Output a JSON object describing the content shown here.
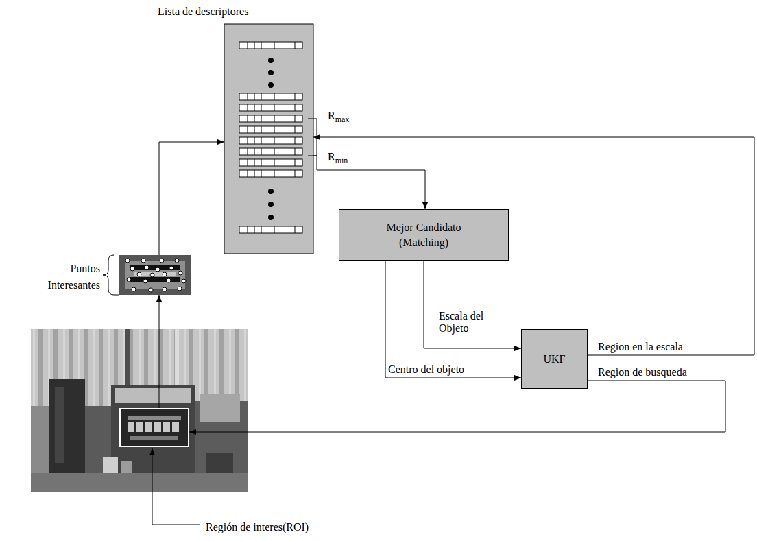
{
  "diagram": {
    "nodes": [
      {
        "text": [
          "Lista de descriptores"
        ]
      },
      {
        "text": [
          "Mejor Candidato (Matching)"
        ]
      },
      {
        "text": [
          "UKF"
        ]
      },
      {
        "text": [
          "Puntos Interesantes"
        ]
      },
      {
        "text": [
          "Región de interes(ROI)"
        ]
      }
    ],
    "edges": [
      {
        "from": 4,
        "to": 3,
        "arrow": "to"
      },
      {
        "from": 3,
        "to": 0,
        "arrow": "to"
      },
      {
        "from": 0,
        "to": 1,
        "arrow": "to"
      },
      {
        "from": 1,
        "to": 2,
        "label": "Escala del Objeto",
        "arrow": "to"
      },
      {
        "from": 1,
        "to": 2,
        "label": "Centro del objeto",
        "arrow": "to"
      },
      {
        "from": 2,
        "to": 0,
        "label": "Region en la escala",
        "arrow": "to"
      },
      {
        "from": 2,
        "to": 4,
        "label": "Region de busqueda",
        "arrow": "to"
      }
    ],
    "labels": [
      "Rmax",
      "Rmin"
    ]
  }
}
